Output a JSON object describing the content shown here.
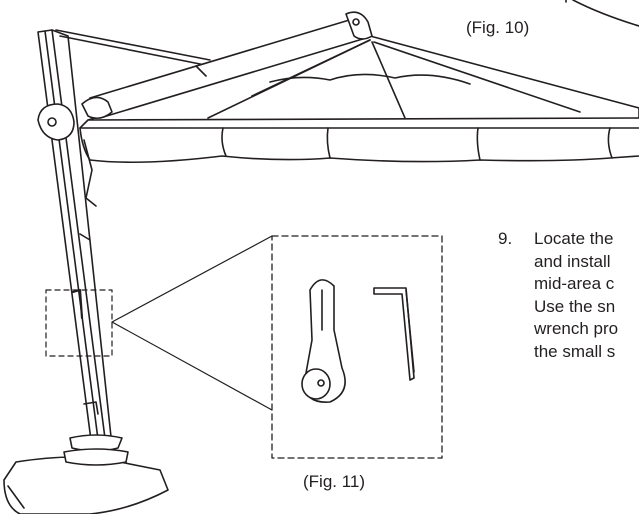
{
  "figures": {
    "fig10_caption": "(Fig. 10)",
    "fig11_caption": "(Fig. 11)"
  },
  "instruction": {
    "number": "9.",
    "lines": [
      "Locate the",
      "and install",
      "mid-area c",
      "Use the sn",
      "wrench pro",
      "the small s"
    ]
  },
  "colors": {
    "ink": "#231f20",
    "background": "#ffffff"
  }
}
